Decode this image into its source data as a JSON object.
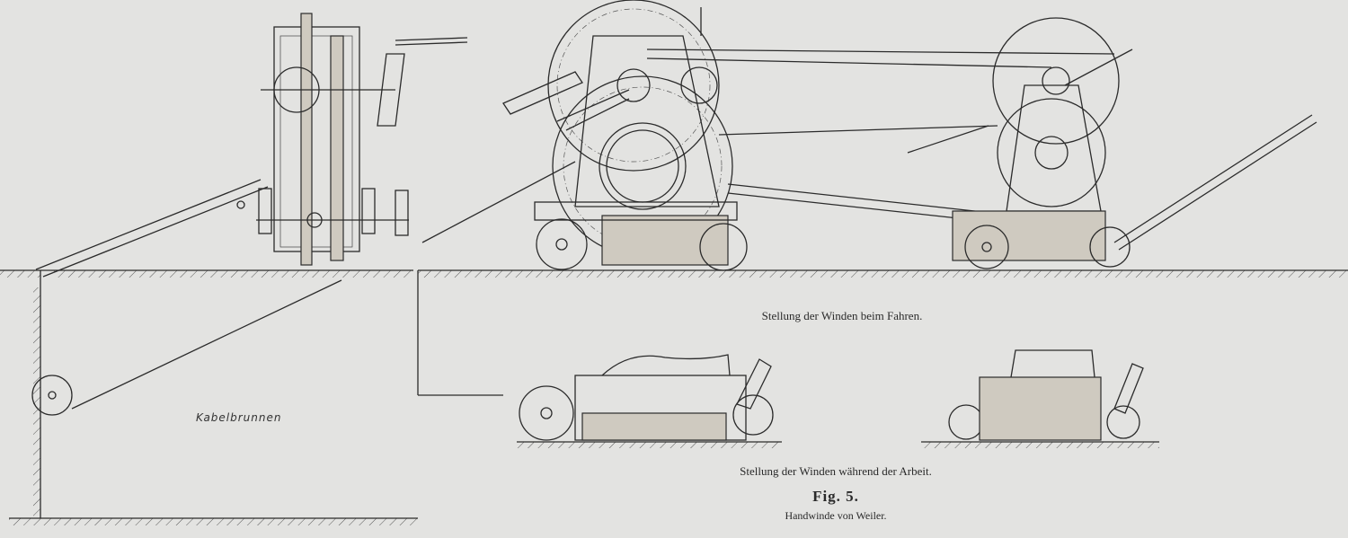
{
  "figure": {
    "number": "Fig. 5.",
    "title": "Handwinde von Weiler.",
    "caption_travel": "Stellung der Winden beim Fahren.",
    "caption_work": "Stellung der Winden während der Arbeit.",
    "pit_label": "Kabelbrunnen"
  },
  "colors": {
    "paper": "#e3e3e1",
    "ink": "#2b2b2b"
  }
}
